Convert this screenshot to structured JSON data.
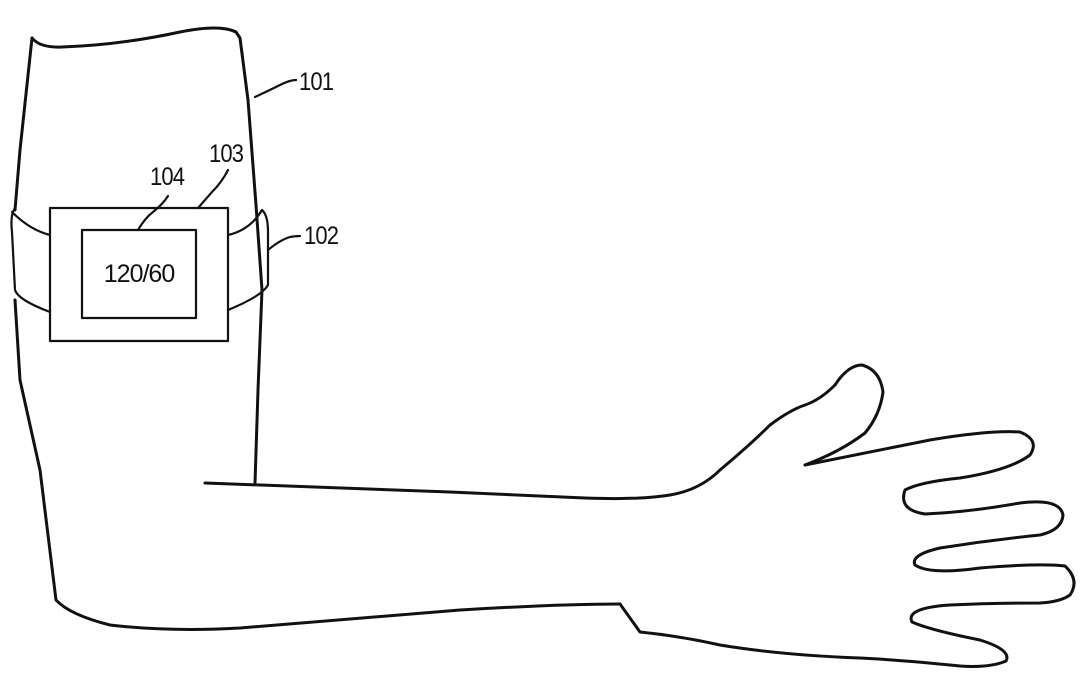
{
  "figure": {
    "type": "patent-style line drawing",
    "subject": "arm with blood pressure monitoring band",
    "line_color": "#111111",
    "background_color": "#ffffff"
  },
  "labels": {
    "arm": "101",
    "band": "102",
    "device_housing": "103",
    "display": "104"
  },
  "display": {
    "reading": "120/60"
  }
}
